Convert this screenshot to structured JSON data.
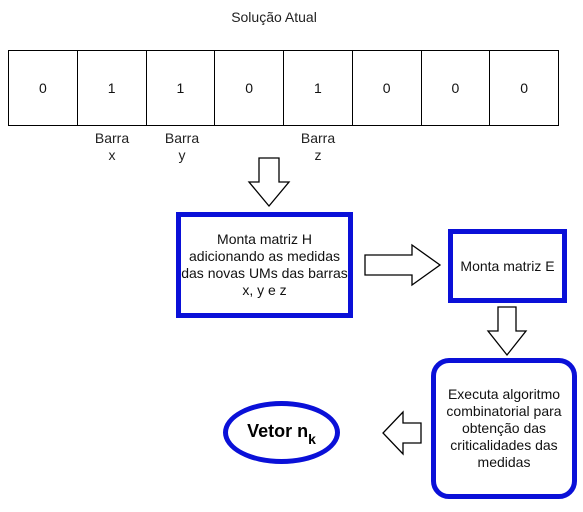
{
  "title": "Solução Atual",
  "cells": [
    "0",
    "1",
    "1",
    "0",
    "1",
    "0",
    "0",
    "0"
  ],
  "bar_labels": [
    "Barra\nx",
    "Barra\ny",
    "Barra\nz"
  ],
  "box_h": "Monta matriz H adicionando as medidas das novas UMs das barras x, y e z",
  "box_e": "Monta matriz E",
  "box_alg": "Executa algoritmo combinatorial para obtenção das criticalidades das medidas",
  "result": {
    "text": "Vetor n",
    "subscript": "k"
  },
  "colors": {
    "accent": "#0a10d8"
  }
}
